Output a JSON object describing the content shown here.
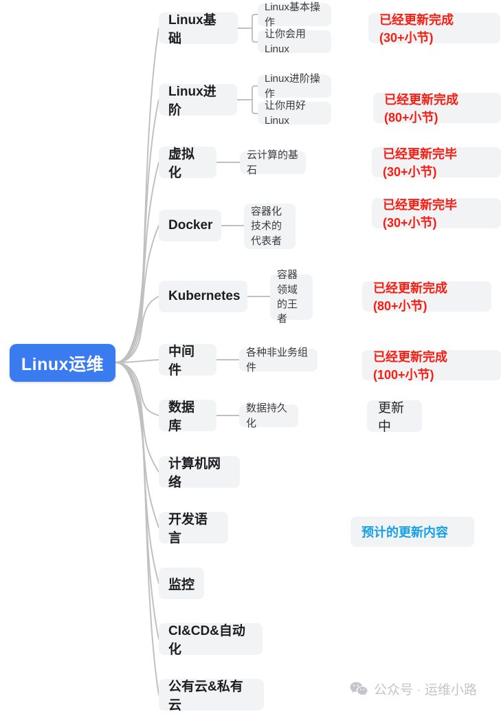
{
  "root": {
    "label": "Linux运维",
    "color": "#3b7bf0",
    "text_color": "#ffffff"
  },
  "theme": {
    "node_bg": "#f2f3f5",
    "edge_color": "#c0c0c0",
    "branch_text": "#1d1d1f",
    "leaf_text": "#3c3c41",
    "status_done_color": "#f81d12",
    "status_planned_color": "#15a0e8",
    "status_progress_color": "#27272b",
    "background": "#ffffff"
  },
  "branches": [
    {
      "id": "linux-basics",
      "label": "Linux基础",
      "leaves": [
        "Linux基本操作",
        "让你会用Linux"
      ],
      "status": {
        "text": "已经更新完成(30+小节)",
        "kind": "done"
      }
    },
    {
      "id": "linux-advanced",
      "label": "Linux进阶",
      "leaves": [
        "Linux进阶操作",
        "让你用好Linux"
      ],
      "status": {
        "text": "已经更新完成(80+小节)",
        "kind": "done"
      }
    },
    {
      "id": "virtualization",
      "label": "虚拟化",
      "leaves": [
        "云计算的基石"
      ],
      "status": {
        "text": "已经更新完毕(30+小节)",
        "kind": "done"
      }
    },
    {
      "id": "docker",
      "label": "Docker",
      "leaves": [
        "容器化技术的代表者"
      ],
      "status": {
        "text": "已经更新完毕(30+小节)",
        "kind": "done"
      }
    },
    {
      "id": "kubernetes",
      "label": "Kubernetes",
      "leaves": [
        "容器领域的王者"
      ],
      "status": {
        "text": "已经更新完成(80+小节)",
        "kind": "done"
      }
    },
    {
      "id": "middleware",
      "label": "中间件",
      "leaves": [
        "各种非业务组件"
      ],
      "status": {
        "text": "已经更新完成(100+小节)",
        "kind": "done"
      }
    },
    {
      "id": "database",
      "label": "数据库",
      "leaves": [
        "数据持久化"
      ],
      "status": {
        "text": "更新中",
        "kind": "progress"
      }
    },
    {
      "id": "computer-network",
      "label": "计算机网络",
      "leaves": [],
      "status": null
    },
    {
      "id": "dev-languages",
      "label": "开发语言",
      "leaves": [],
      "status": {
        "text": "预计的更新内容",
        "kind": "planned"
      }
    },
    {
      "id": "monitoring",
      "label": "监控",
      "leaves": [],
      "status": null
    },
    {
      "id": "cicd-automation",
      "label": "CI&CD&自动化",
      "leaves": [],
      "status": null
    },
    {
      "id": "public-private-cloud",
      "label": "公有云&私有云",
      "leaves": [],
      "status": null
    }
  ],
  "watermark": {
    "icon": "wechat-icon",
    "text": "公众号 · 运维小路"
  }
}
